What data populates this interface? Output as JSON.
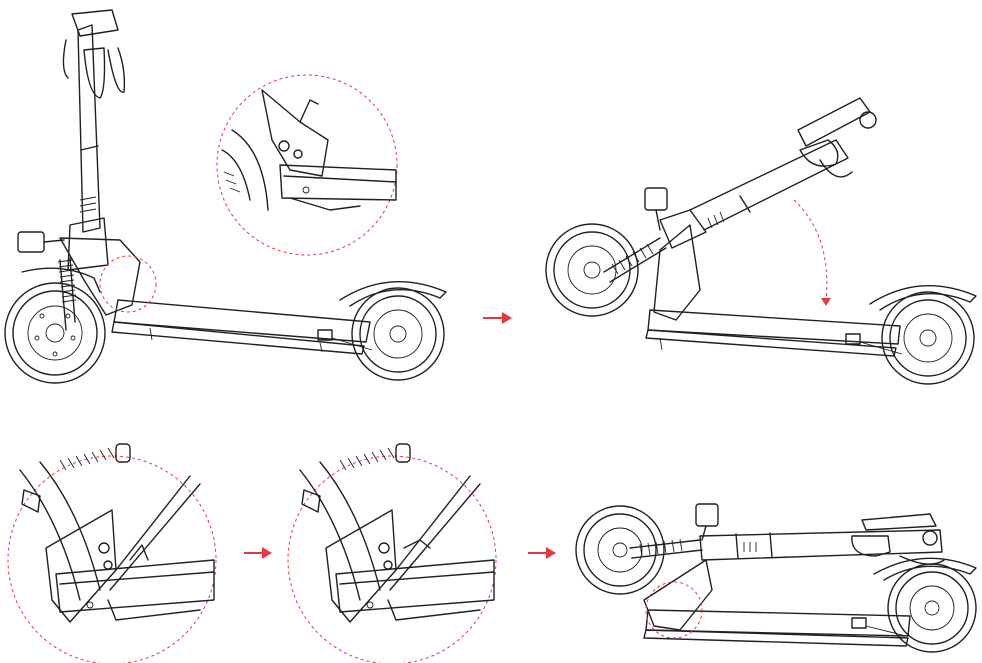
{
  "diagram": {
    "colors": {
      "line": "#231f20",
      "accent": "#e8383d",
      "background": "#ffffff"
    },
    "panels": [
      {
        "id": "unfolded",
        "icon": "scooter-upright-icon"
      },
      {
        "id": "latch-detail-closed",
        "icon": "magnifier-circle-icon"
      },
      {
        "id": "folding",
        "icon": "scooter-folding-icon"
      },
      {
        "id": "latch-detail-1",
        "icon": "magnifier-circle-icon"
      },
      {
        "id": "latch-detail-2",
        "icon": "magnifier-circle-icon"
      },
      {
        "id": "folded",
        "icon": "scooter-folded-icon"
      }
    ],
    "arrows": [
      {
        "from": "unfolded",
        "to": "folding"
      },
      {
        "from": "latch-detail-1",
        "to": "latch-detail-2"
      },
      {
        "from": "latch-detail-2",
        "to": "folded"
      }
    ]
  }
}
